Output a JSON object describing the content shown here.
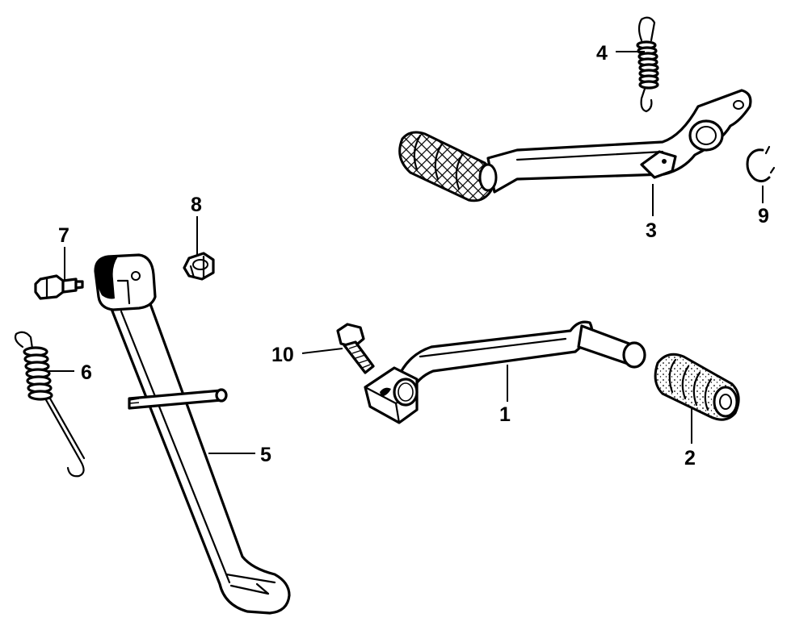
{
  "parts": [
    {
      "id": "part-1",
      "label": "1",
      "name": "gear-shift-pedal"
    },
    {
      "id": "part-2",
      "label": "2",
      "name": "shift-pedal-rubber"
    },
    {
      "id": "part-3",
      "label": "3",
      "name": "brake-pedal"
    },
    {
      "id": "part-4",
      "label": "4",
      "name": "brake-pedal-spring"
    },
    {
      "id": "part-5",
      "label": "5",
      "name": "side-stand"
    },
    {
      "id": "part-6",
      "label": "6",
      "name": "side-stand-spring"
    },
    {
      "id": "part-7",
      "label": "7",
      "name": "side-stand-bolt"
    },
    {
      "id": "part-8",
      "label": "8",
      "name": "side-stand-nut"
    },
    {
      "id": "part-9",
      "label": "9",
      "name": "snap-ring"
    },
    {
      "id": "part-10",
      "label": "10",
      "name": "shift-pedal-bolt"
    }
  ],
  "colors": {
    "ink": "#000000",
    "background": "#ffffff"
  }
}
